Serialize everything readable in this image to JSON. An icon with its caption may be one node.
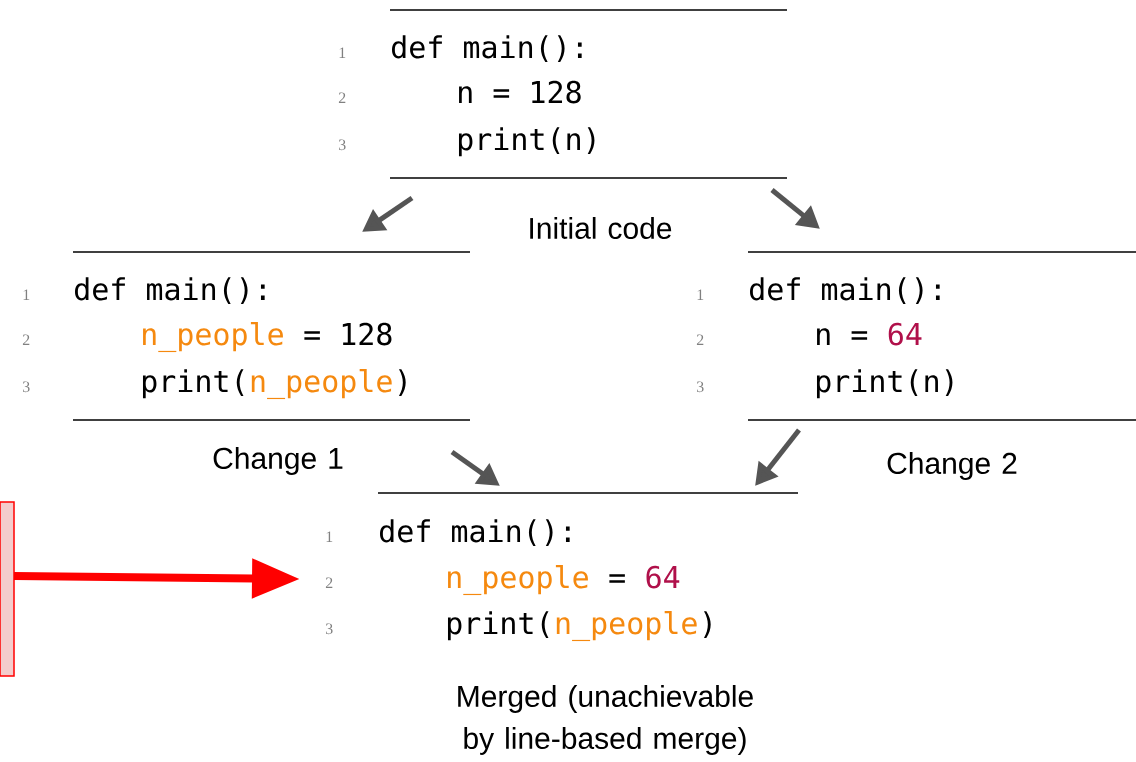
{
  "diagram": {
    "nodes": [
      {
        "text": [
          "1",
          "def main():",
          "2",
          "n = 128",
          "3",
          "print(n)"
        ],
        "beside": [
          "Initial code"
        ]
      },
      {
        "text": [
          "1",
          "def main():",
          "2",
          "n_people",
          "= 128",
          "3",
          "print(",
          "n_people",
          ")"
        ],
        "beside": [
          "Change 1"
        ]
      },
      {
        "text": [
          "1",
          "def main():",
          "2",
          "n =",
          "64",
          "3",
          "print(n)"
        ],
        "beside": [
          "Change 2"
        ]
      },
      {
        "text": [
          "1",
          "def main():",
          "2",
          "n_people",
          "=",
          "64",
          "3",
          "print(",
          "n_people",
          ")"
        ],
        "beside": [
          "Merged (unachievable by line-based merge)"
        ]
      },
      {
        "text": [],
        "shape": "box"
      }
    ],
    "edges": [
      {
        "from": 0,
        "to": 1,
        "arrow": "to"
      },
      {
        "from": 0,
        "to": 2,
        "arrow": "to"
      },
      {
        "from": 1,
        "to": 3,
        "arrow": "to"
      },
      {
        "from": 2,
        "to": 3,
        "arrow": "to"
      },
      {
        "from": 4,
        "to": 3,
        "arrow": "to",
        "color": "#ff0000"
      }
    ]
  }
}
